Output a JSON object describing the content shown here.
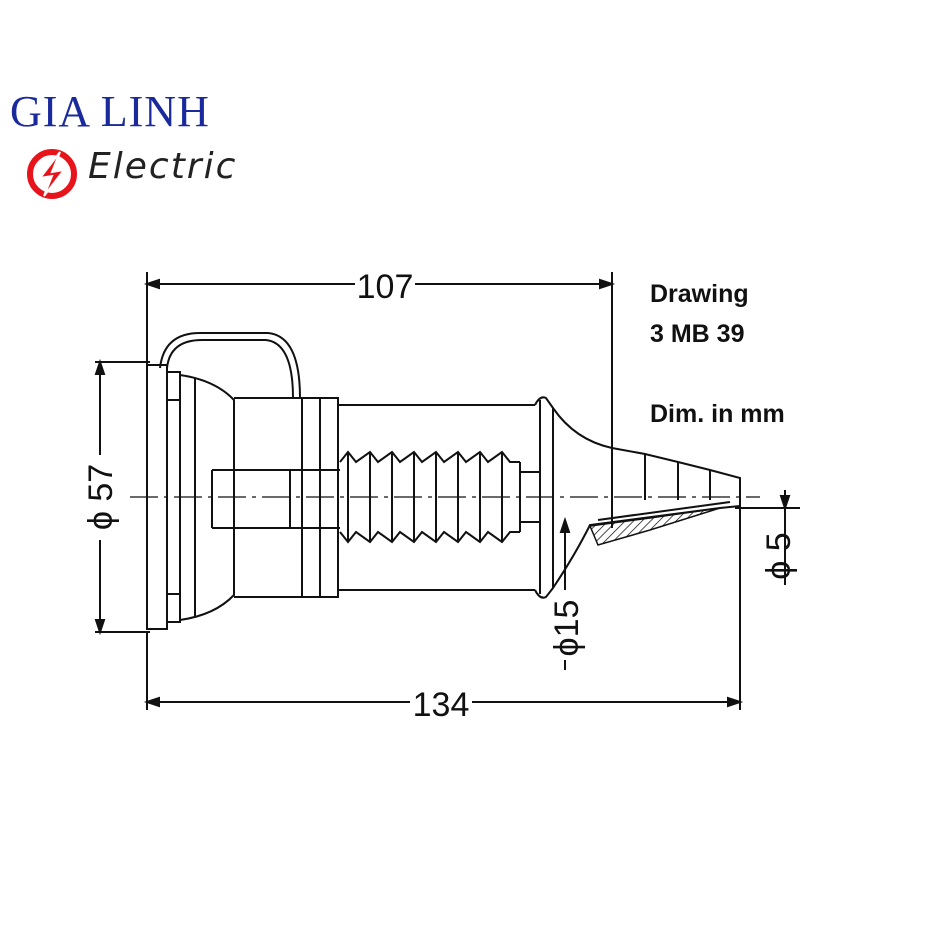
{
  "brand": {
    "name": "GIA LINH",
    "subtitle": "Electric",
    "accent": "#1a2a9c",
    "logo_color": "#e8141c"
  },
  "notes": {
    "drawing_label": "Drawing",
    "drawing_number": "3 MB 39",
    "units": "Dim. in mm"
  },
  "dimensions": {
    "overall_length": "134",
    "body_length": "107",
    "body_diameter": "ϕ 57",
    "inlet_diameter": "ϕ15",
    "cable_diameter": "ϕ 5"
  },
  "colors": {
    "line": "#111111",
    "background": "#ffffff"
  }
}
